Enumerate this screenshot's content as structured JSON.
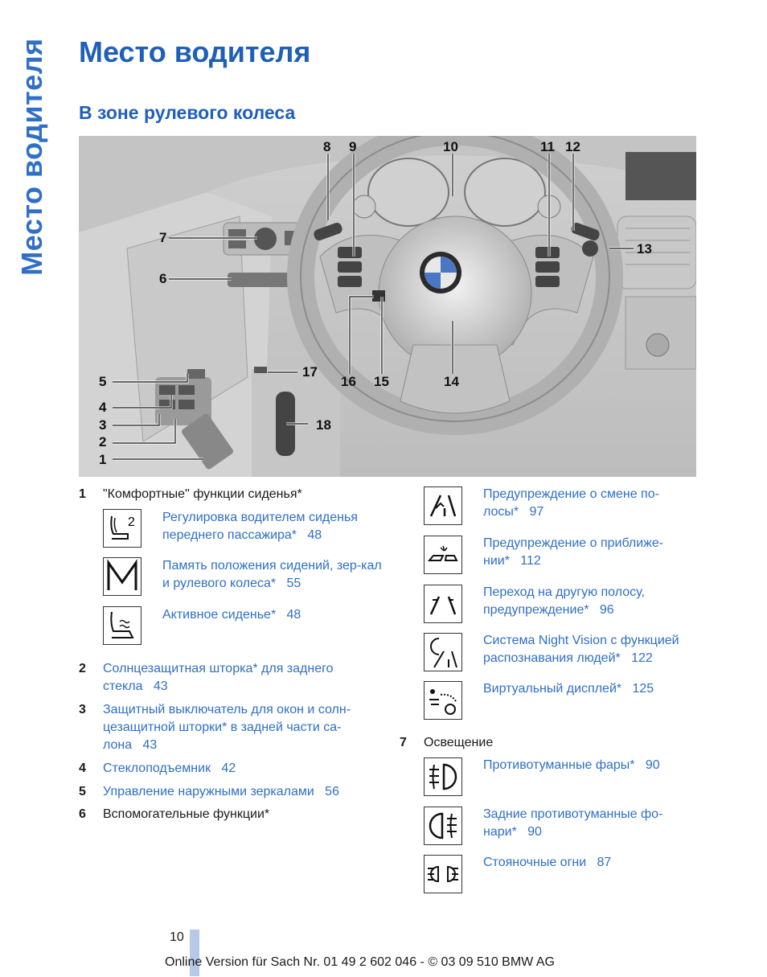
{
  "side_tab": "Место водителя",
  "page_title": "Место водителя",
  "section_title": "В зоне рулевого колеса",
  "callouts": {
    "c1": "1",
    "c2": "2",
    "c3": "3",
    "c4": "4",
    "c5": "5",
    "c6": "6",
    "c7": "7",
    "c8": "8",
    "c9": "9",
    "c10": "10",
    "c11": "11",
    "c12": "12",
    "c13": "13",
    "c14": "14",
    "c15": "15",
    "c16": "16",
    "c17": "17",
    "c18": "18"
  },
  "left_col": {
    "item1": {
      "num": "1",
      "text": "\"Комфортные\" функции сиденья*"
    },
    "sub1": {
      "text": "Регулировка водителем сиденья переднего пассажира*",
      "page": "48",
      "icon": "seat-2-icon"
    },
    "sub2": {
      "text": "Память положения сидений, зер-кал и рулевого колеса*",
      "page": "55",
      "icon": "memory-m-icon"
    },
    "sub3": {
      "text": "Активное сиденье*",
      "page": "48",
      "icon": "active-seat-icon"
    },
    "item2": {
      "num": "2",
      "text": "Солнцезащитная шторка* для заднего стекла",
      "page": "43"
    },
    "item3": {
      "num": "3",
      "text": "Защитный выключатель для окон и солн-цезащитной шторки* в задней части са-лона",
      "page": "43"
    },
    "item4": {
      "num": "4",
      "text": "Стеклоподъемник",
      "page": "42"
    },
    "item5": {
      "num": "5",
      "text": "Управление наружными зеркалами",
      "page": "56"
    },
    "item6": {
      "num": "6",
      "text": "Вспомогательные функции*"
    }
  },
  "right_col": {
    "r1": {
      "text": "Предупреждение о смене по-лосы*",
      "page": "97",
      "icon": "lane-change-icon"
    },
    "r2": {
      "text": "Предупреждение о приближе-нии*",
      "page": "112",
      "icon": "collision-warning-icon"
    },
    "r3": {
      "text": "Переход на другую полосу, предупреждение*",
      "page": "96",
      "icon": "lane-departure-icon"
    },
    "r4": {
      "text": "Система Night Vision с функцией распознавания людей*",
      "page": "122",
      "icon": "night-vision-icon"
    },
    "r5": {
      "text": "Виртуальный дисплей*",
      "page": "125",
      "icon": "head-up-display-icon"
    },
    "item7": {
      "num": "7",
      "text": "Освещение"
    },
    "l1": {
      "text": "Противотуманные фары*",
      "page": "90",
      "icon": "front-fog-icon"
    },
    "l2": {
      "text": "Задние противотуманные фо-нари*",
      "page": "90",
      "icon": "rear-fog-icon"
    },
    "l3": {
      "text": "Стояночные огни",
      "page": "87",
      "icon": "parking-lights-icon"
    }
  },
  "footer": {
    "page_number": "10",
    "text": "Online Version für Sach Nr. 01 49 2 602 046 - © 03 09 510 BMW AG"
  },
  "colors": {
    "accent": "#1f5fb8",
    "link": "#2f6fc6",
    "footer_bar": "#b7c8e8"
  }
}
